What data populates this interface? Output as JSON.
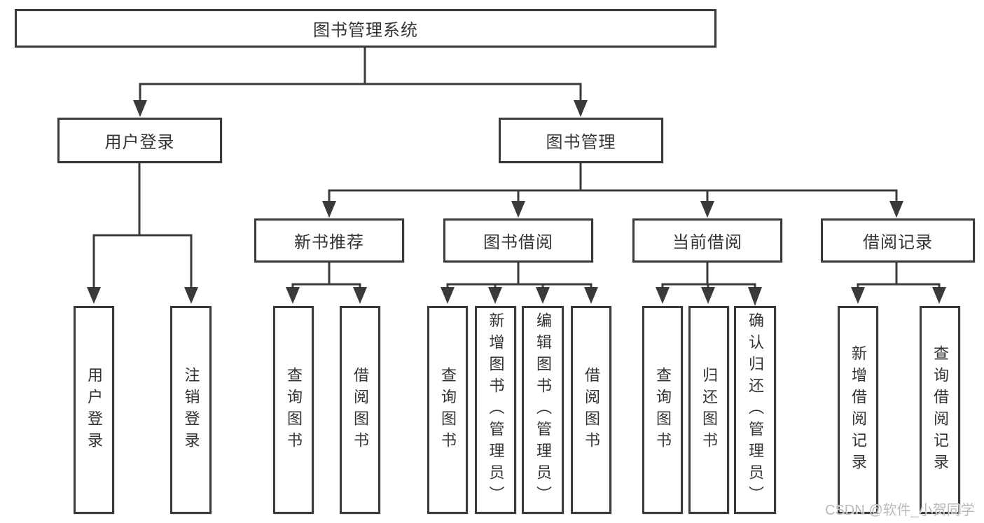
{
  "diagram": {
    "root": {
      "label": "图书管理系统",
      "children": [
        {
          "label": "用户登录",
          "children": [
            {
              "label": "用户登录"
            },
            {
              "label": "注销登录"
            }
          ]
        },
        {
          "label": "图书管理",
          "children": [
            {
              "label": "新书推荐",
              "children": [
                {
                  "label": "查询图书"
                },
                {
                  "label": "借阅图书"
                }
              ]
            },
            {
              "label": "图书借阅",
              "children": [
                {
                  "label": "查询图书"
                },
                {
                  "label": "新增图书（管理员）"
                },
                {
                  "label": "编辑图书（管理员）"
                },
                {
                  "label": "借阅图书"
                }
              ]
            },
            {
              "label": "当前借阅",
              "children": [
                {
                  "label": "查询图书"
                },
                {
                  "label": "归还图书"
                },
                {
                  "label": "确认归还（管理员）"
                }
              ]
            },
            {
              "label": "借阅记录",
              "children": [
                {
                  "label": "新增借阅记录"
                },
                {
                  "label": "查询借阅记录"
                }
              ]
            }
          ]
        }
      ]
    },
    "colors": {
      "line": "#3a3a3a",
      "text": "#333333",
      "background": "#ffffff",
      "watermark": "#b9b9b9"
    }
  },
  "watermark": {
    "text": "CSDN @软件_小贺同学"
  }
}
